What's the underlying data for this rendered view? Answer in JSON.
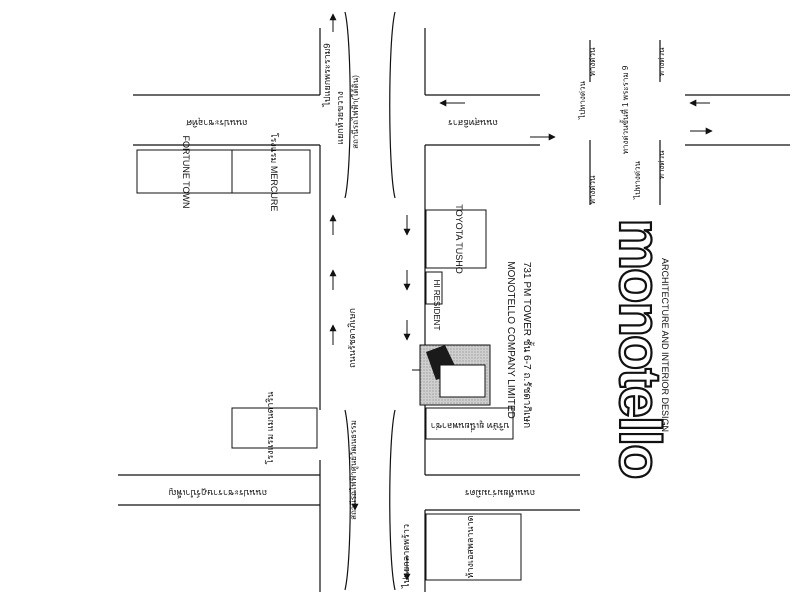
{
  "colors": {
    "ink": "#111111",
    "paper": "#ffffff",
    "site_fill": "#c8c8c8"
  },
  "roads": {
    "ratchada_road": "ถนนรัชดาภิเษก",
    "to_rama9_intersection": "ไปแยกพระราม9",
    "huai_khwang_intersection": "แยกห้วยขวาง",
    "to_lat_phrao_intersection": "ไปแยกลาดพร้าว",
    "station_thai_japan_top": "สถานีรถไฟฟ้า(ใต้ดิน)",
    "station_prachasongkhro": "สถานีรถไฟฟ้าศูนย์วัฒนธรรม",
    "pracha_rat_bamphen_road": "ถนนประชาราษฎร์บำเพ็ญ",
    "sutthisan_road": "ถนนสุทธิสาร",
    "to_sutthisan_intersection": "ไปแยกสุทธิสาร",
    "tiam_ruam_mit_road": "ถนนเทียมร่วมมิตร",
    "left_top_road": "ถนนประชาอุทิศ",
    "expressway_1": "ทางด่วน",
    "expressway_2": "ทางด่วน",
    "expressway_3": "ทางด่วน",
    "expressway_4": "ทางด่วน",
    "expressway_to_rama9": "ทางด่วนขั้นที่ 1 พระราม 9",
    "to_expressway_1": "ไปทางด่วน",
    "to_expressway_2": "ไปทางด่วน"
  },
  "buildings": {
    "fortune_town": "FORTUNE TOWN",
    "mercure_hotel": "โรงแรม MERCURE",
    "toyota_tsusho": "TOYOTA TUSHO",
    "hi_resident": "HI RESIDENT",
    "le_concorde": "โรงแรม แมนดาริน",
    "company_building": "บริษัท ยูเนี่ยนพลาซ่า",
    "bottom_building": "ห้างเอสพลานาด"
  },
  "company": {
    "name": "MONOTELLO COMPANY LIMITED",
    "address": "731 PM TOWER ชั้น 6-7 ถ.รัชดาภิเษก",
    "logo": "monotello",
    "tagline": "ARCHITECTURE AND INTERIOR DESIGN"
  }
}
